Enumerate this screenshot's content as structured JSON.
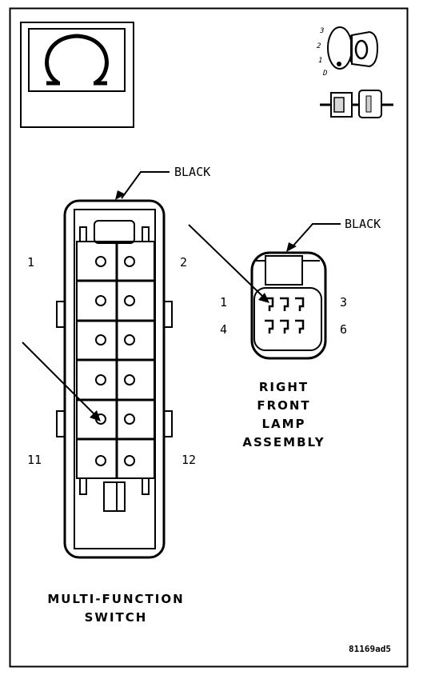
{
  "switch_connector": {
    "color_label": "BLACK",
    "pin_1": "1",
    "pin_2": "2",
    "pin_11": "11",
    "pin_12": "12",
    "title_line1": "MULTI-FUNCTION",
    "title_line2": "SWITCH"
  },
  "lamp_connector": {
    "color_label": "BLACK",
    "pin_1": "1",
    "pin_3": "3",
    "pin_4": "4",
    "pin_6": "6",
    "title_line1": "RIGHT",
    "title_line2": "FRONT",
    "title_line3": "LAMP",
    "title_line4": "ASSEMBLY"
  },
  "key_positions": [
    "3",
    "2",
    "1",
    "D"
  ],
  "icons": [
    "ohmmeter-icon",
    "ignition-key-icon",
    "connector-probe-icon"
  ],
  "figure_id": "81169ad5"
}
